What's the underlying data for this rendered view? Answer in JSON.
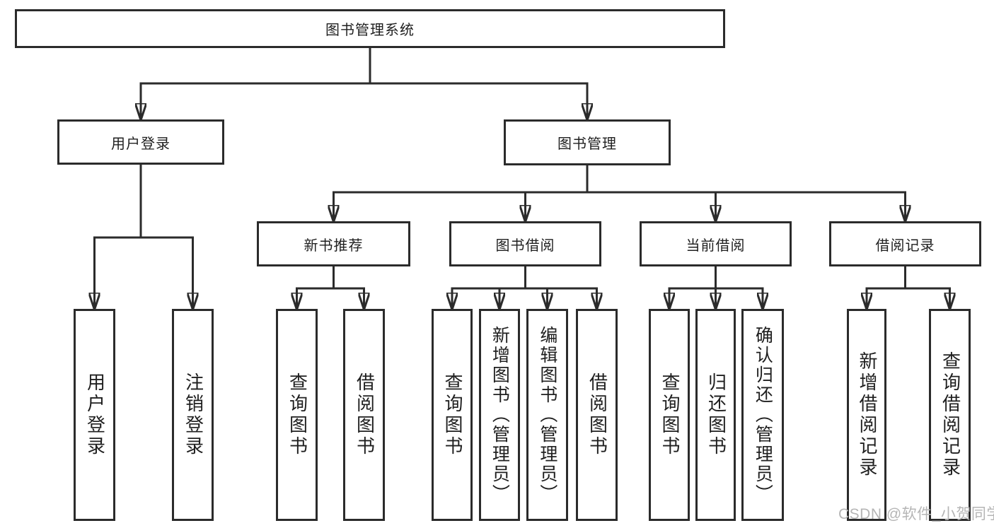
{
  "diagram": {
    "title": "图书管理系统",
    "tree": {
      "label": "图书管理系统",
      "children": [
        {
          "label": "用户登录",
          "children": [
            {
              "label": "用户登录"
            },
            {
              "label": "注销登录"
            }
          ]
        },
        {
          "label": "图书管理",
          "children": [
            {
              "label": "新书推荐",
              "children": [
                {
                  "label": "查询图书"
                },
                {
                  "label": "借阅图书"
                }
              ]
            },
            {
              "label": "图书借阅",
              "children": [
                {
                  "label": "查询图书"
                },
                {
                  "label": "新增图书（管理员）"
                },
                {
                  "label": "编辑图书（管理员）"
                },
                {
                  "label": "借阅图书"
                }
              ]
            },
            {
              "label": "当前借阅",
              "children": [
                {
                  "label": "查询图书"
                },
                {
                  "label": "归还图书"
                },
                {
                  "label": "确认归还（管理员）"
                }
              ]
            },
            {
              "label": "借阅记录",
              "children": [
                {
                  "label": "新增借阅记录"
                },
                {
                  "label": "查询借阅记录"
                }
              ]
            }
          ]
        }
      ]
    },
    "colors": {
      "line": "#2b2b2b",
      "box_border": "#2b2b2b",
      "text": "#1f1f1f",
      "background": "#ffffff",
      "watermark": "#b5b5b5"
    }
  },
  "watermark": {
    "text": "CSDN @软件_小贺同学"
  }
}
